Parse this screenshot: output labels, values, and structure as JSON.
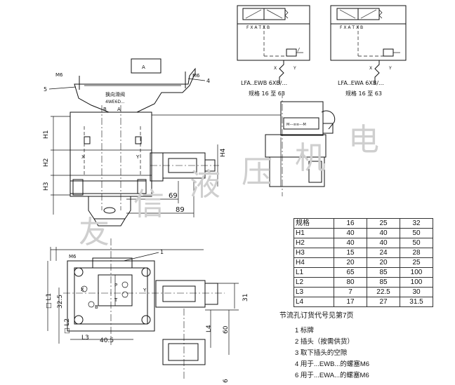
{
  "side_view_labels": {
    "m6_left": "M6",
    "m6_right": "M6",
    "callout_5": "5",
    "callout_4": "4",
    "valve_name_cn": "换向滑阀",
    "valve_model": "4WE6D...",
    "port_a": "A",
    "port_b": "B",
    "port_x": "X",
    "port_y": "Y",
    "dim_h1": "H1",
    "dim_h2": "H2",
    "dim_h3": "H3",
    "dim_h4": "H4",
    "dim_69": "69",
    "dim_89": "89"
  },
  "plan_view_labels": {
    "m6": "M6",
    "callout_1": "1",
    "dim_l1": "□ L1",
    "dim_32_5": "32.5",
    "dim_l2": "□ L2",
    "port_x": "X",
    "port_y": "Y",
    "port_p": "P",
    "port_t": "T",
    "port_b": "B",
    "dim_l3": "L3",
    "dim_40_5": "40.5",
    "dim_l4": "L4",
    "dim_60": "60",
    "dim_31": "31",
    "dim_6": "6"
  },
  "schematic_left": {
    "title": "LFA..EWB  6XB/...",
    "subtitle": "规格 16 至 63",
    "ports": [
      "F",
      "X",
      "A",
      "T",
      "X",
      "B"
    ]
  },
  "schematic_right": {
    "title": "LFA..EWA  6XB/...",
    "subtitle": "规格 16 至 63",
    "ports": [
      "F",
      "X",
      "A",
      "T",
      "X",
      "B"
    ]
  },
  "watermark": [
    "友",
    "信",
    "液",
    "压",
    "机",
    "电"
  ],
  "spec_table": {
    "headers": [
      "规格",
      "16",
      "25",
      "32"
    ],
    "rows": [
      [
        "H1",
        "40",
        "40",
        "50"
      ],
      [
        "H2",
        "40",
        "40",
        "50"
      ],
      [
        "H3",
        "15",
        "24",
        "28"
      ],
      [
        "H4",
        "20",
        "20",
        "25"
      ],
      [
        "L1",
        "65",
        "85",
        "100"
      ],
      [
        "L2",
        "80",
        "85",
        "100"
      ],
      [
        "L3",
        "7",
        "22.5",
        "30"
      ],
      [
        "L4",
        "17",
        "27",
        "31.5"
      ]
    ]
  },
  "table_note": "节流孔订货代号见第7页",
  "legend": [
    "1 标牌",
    "2 插头（按需供货）",
    "3 取下插头的空隙",
    "4 用于...EWB...的螺塞M6",
    "6 用于...EWA...的螺塞M6"
  ]
}
